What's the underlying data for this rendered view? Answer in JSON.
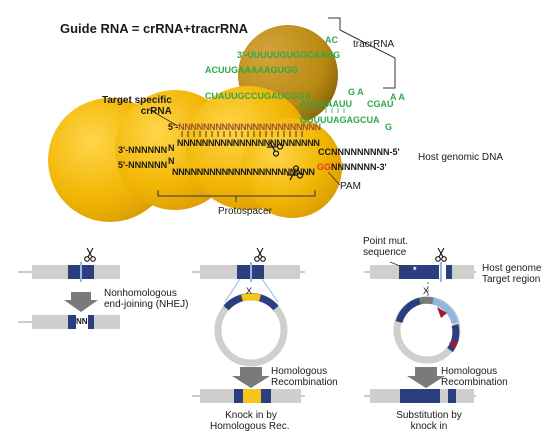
{
  "title": "Guide RNA = crRNA+tracrRNA",
  "labels": {
    "tracrRNA": "tracrRNA",
    "target_crRNA_1": "Target specific",
    "target_crRNA_2": "crRNA",
    "host_genomic_dna": "Host genomic DNA",
    "pam": "PAM",
    "protospacer": "Protospacer",
    "nhej_1": "Nonhomologous",
    "nhej_2": "end-joining (NHEJ)",
    "nn": "NN",
    "hr_1": "Homologous",
    "hr_2": "Recombination",
    "hr2_1": "Homologous",
    "hr2_2": "Recombination",
    "x1": "X",
    "x2": "X",
    "point_mut_1": "Point mut.",
    "point_mut_2": "sequence",
    "host_genome_1": "Host genome",
    "host_genome_2": "Target region",
    "knockin_1": "Knock in by",
    "knockin_2": "Homologous Rec.",
    "subst_1": "Substitution by",
    "subst_2": "knock in",
    "star": "*"
  },
  "sequences": {
    "tracr_loop": "3'-UUUUUGUGGCAAUG",
    "tracr_loop_end": "AC",
    "acu_line": "ACUUGAAAAAGUGG",
    "cu_line": "CUAUUGCCUGAUCGGA",
    "mid_green_a": "AUAAAAUU",
    "mid_green_b": "CGAU",
    "g_a": "G A",
    "a_a": "A A",
    "guuu_line": "GUUUUAGAGCUA",
    "g_end": "G",
    "crrna_5": "5'-",
    "crrna_ns": "NNNNNNNNNNNNNNNNNNNNNNN",
    "dna_top_left": "3'-NNNNNN",
    "dna_top_right": "CCNNNNNNNNN-5'",
    "dna_bot_left": "5'-NNNNNN",
    "dna_bot_right": "NNNNNNN-3'",
    "dna_bot_gg": "GG",
    "target_ns": "NNNNNNNNNNNNNNNNNNNNNNN",
    "n_top": "N",
    "n_bot": "N"
  },
  "colors": {
    "green": "#2ea84a",
    "gold": "#f2b705",
    "gold_dark": "#b88a12",
    "brown_text": "#a0522d",
    "red": "#e8342e",
    "navy": "#2b3f7e",
    "gray": "#cfcfcf",
    "yellow": "#f7c61a",
    "light_blue": "#8fb7e0",
    "dark_red": "#a4162b"
  }
}
